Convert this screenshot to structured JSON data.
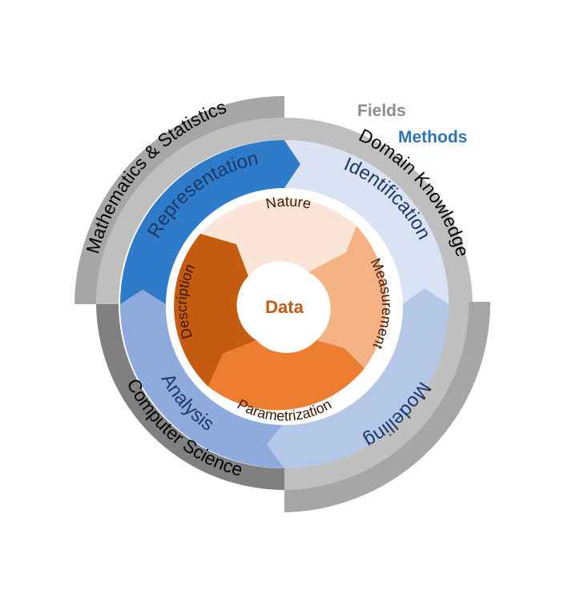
{
  "legend": {
    "fields_label": "Fields",
    "methods_label": "Methods",
    "fields_color": "#8c8c8c",
    "methods_color": "#2e75b6"
  },
  "center": {
    "label": "Data",
    "color": "#c55a11"
  },
  "fields": {
    "math_stats": "Mathematics & Statistics",
    "domain_knowledge": "Domain Knowledge",
    "computer_science": "Computer Science"
  },
  "methods": {
    "representation": "Representation",
    "identification": "Identification",
    "modelling": "Modelling",
    "analysis": "Analysis"
  },
  "data_aspects": {
    "nature": "Nature",
    "measurement": "Measurement",
    "parametrization": "Parametrization",
    "description": "Description"
  },
  "colors": {
    "outer_ring_dark": "#a6a6a6",
    "outer_ring_light": "#bfbfbf",
    "outer_ring_darkest": "#808080",
    "representation": "#2e7bc9",
    "identification": "#dae3f3",
    "modelling": "#b4c7e7",
    "analysis": "#8faadc",
    "nature": "#fbe5d6",
    "measurement": "#f4b183",
    "parametrization": "#ed7d31",
    "description": "#c55a11"
  }
}
